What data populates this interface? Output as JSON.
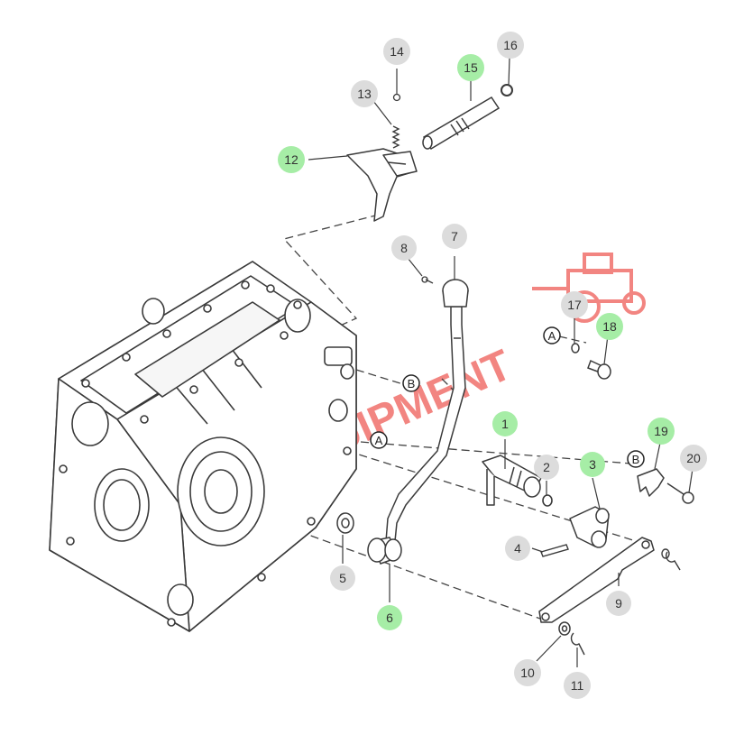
{
  "watermark": {
    "text": "OCPEQUIPMENT",
    "color": "#e8231b"
  },
  "colors": {
    "line": "#3a3a3a",
    "badge_gray": "#dcdcdc",
    "badge_green": "#a6eda6",
    "label_text": "#333333"
  },
  "callouts": [
    {
      "id": "c1",
      "label": "1",
      "style": "green"
    },
    {
      "id": "c2",
      "label": "2",
      "style": "gray"
    },
    {
      "id": "c3",
      "label": "3",
      "style": "green"
    },
    {
      "id": "c4",
      "label": "4",
      "style": "gray"
    },
    {
      "id": "c5",
      "label": "5",
      "style": "gray"
    },
    {
      "id": "c6",
      "label": "6",
      "style": "green"
    },
    {
      "id": "c7",
      "label": "7",
      "style": "gray"
    },
    {
      "id": "c8",
      "label": "8",
      "style": "gray"
    },
    {
      "id": "c9",
      "label": "9",
      "style": "gray"
    },
    {
      "id": "c10",
      "label": "10",
      "style": "gray"
    },
    {
      "id": "c11",
      "label": "11",
      "style": "gray"
    },
    {
      "id": "c12",
      "label": "12",
      "style": "green"
    },
    {
      "id": "c13",
      "label": "13",
      "style": "gray"
    },
    {
      "id": "c14",
      "label": "14",
      "style": "gray"
    },
    {
      "id": "c15",
      "label": "15",
      "style": "green"
    },
    {
      "id": "c16",
      "label": "16",
      "style": "gray"
    },
    {
      "id": "c17",
      "label": "17",
      "style": "gray"
    },
    {
      "id": "c18",
      "label": "18",
      "style": "green"
    },
    {
      "id": "c19",
      "label": "19",
      "style": "green"
    },
    {
      "id": "c20",
      "label": "20",
      "style": "gray"
    }
  ],
  "reference_marks": [
    {
      "id": "rA1",
      "label": "A"
    },
    {
      "id": "rA2",
      "label": "A"
    },
    {
      "id": "rB1",
      "label": "B"
    },
    {
      "id": "rB2",
      "label": "B"
    }
  ]
}
